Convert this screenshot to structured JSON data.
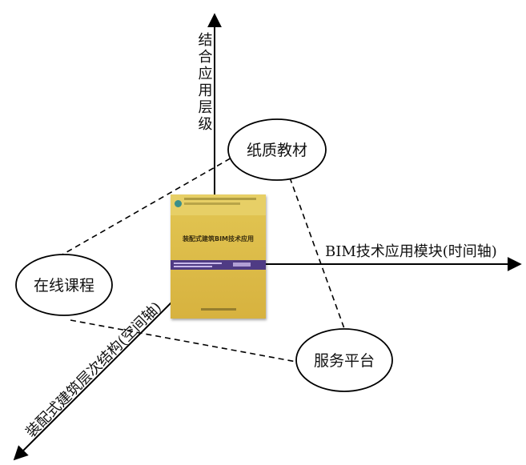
{
  "axes": {
    "vertical": "结合应用层级",
    "horizontal": "BIM技术应用模块(时间轴)",
    "diagonal": "装配式建筑层次结构(空间轴)"
  },
  "nodes": {
    "paper_textbook": "纸质教材",
    "online_course": "在线课程",
    "service_platform": "服务平台"
  },
  "book": {
    "title": "装配式建筑BIM技术应用"
  },
  "colors": {
    "line": "#000000",
    "book_cover": "#d9b545",
    "book_band": "#4f3b84"
  }
}
